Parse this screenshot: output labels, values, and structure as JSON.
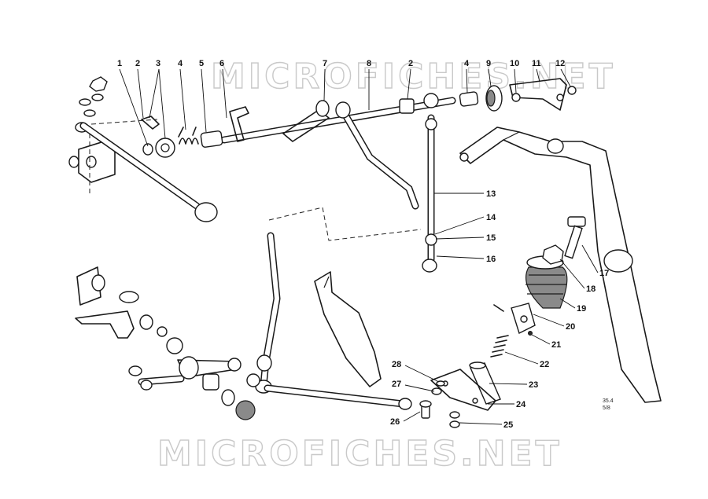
{
  "watermark": {
    "text": "MICROFICHES.NET",
    "color": "#c9c9c9"
  },
  "reference": {
    "line1": "35.4",
    "line2": "5/8"
  },
  "callouts": [
    {
      "label": "1"
    },
    {
      "label": "2"
    },
    {
      "label": "3"
    },
    {
      "label": "4"
    },
    {
      "label": "5"
    },
    {
      "label": "6"
    },
    {
      "label": "7"
    },
    {
      "label": "8"
    },
    {
      "label": "2"
    },
    {
      "label": "4"
    },
    {
      "label": "9"
    },
    {
      "label": "10"
    },
    {
      "label": "11"
    },
    {
      "label": "12"
    },
    {
      "label": "13"
    },
    {
      "label": "14"
    },
    {
      "label": "15"
    },
    {
      "label": "16"
    },
    {
      "label": "17"
    },
    {
      "label": "18"
    },
    {
      "label": "19"
    },
    {
      "label": "20"
    },
    {
      "label": "21"
    },
    {
      "label": "22"
    },
    {
      "label": "23"
    },
    {
      "label": "24"
    },
    {
      "label": "25"
    },
    {
      "label": "26"
    },
    {
      "label": "27"
    },
    {
      "label": "28"
    }
  ],
  "icons": [
    "pedal-shaft-icon",
    "pushrod-icon",
    "rubber-boot-icon",
    "bracket-icon",
    "spring-icon"
  ]
}
